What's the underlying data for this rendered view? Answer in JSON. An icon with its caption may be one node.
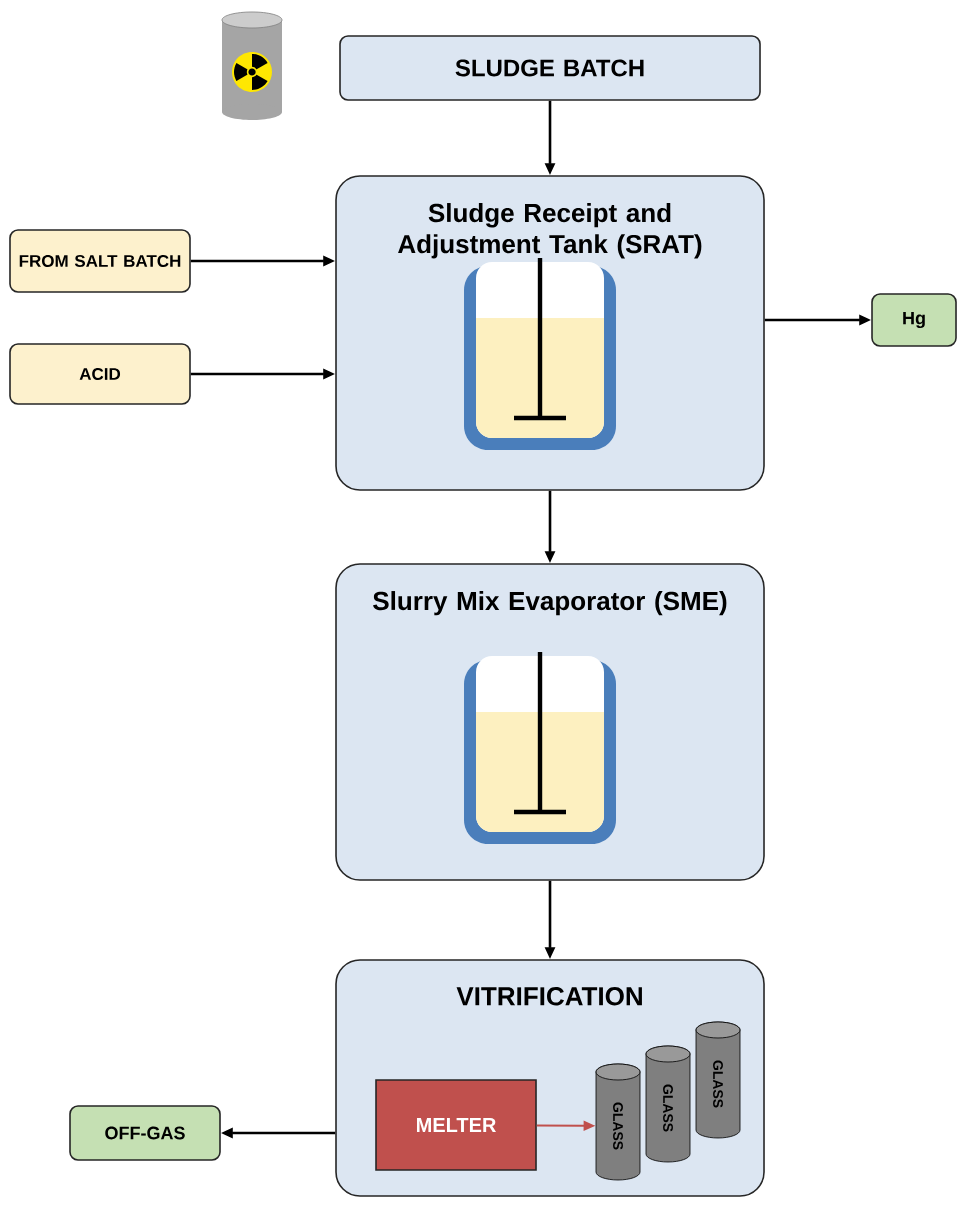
{
  "diagram": {
    "nodes": [
      {
        "text": [
          "SLUDGE BATCH"
        ]
      },
      {
        "text": [
          "Sludge Receipt and Adjustment Tank (SRAT)"
        ]
      },
      {
        "text": [
          "FROM SALT BATCH"
        ]
      },
      {
        "text": [
          "ACID"
        ]
      },
      {
        "text": [
          "Hg"
        ]
      },
      {
        "text": [
          "Slurry Mix Evaporator (SME)"
        ]
      },
      {
        "text": [
          "VITRIFICATION"
        ]
      },
      {
        "text": [
          "MELTER"
        ],
        "in": 6
      },
      {
        "text": [
          "GLASS"
        ],
        "in": 6
      },
      {
        "text": [
          "GLASS"
        ],
        "in": 6
      },
      {
        "text": [
          "GLASS"
        ],
        "in": 6
      },
      {
        "text": [
          "OFF-GAS"
        ]
      }
    ],
    "edges": [
      {
        "from": 0,
        "to": 1,
        "arrow": "to"
      },
      {
        "from": 2,
        "to": 1,
        "arrow": "to"
      },
      {
        "from": 3,
        "to": 1,
        "arrow": "to"
      },
      {
        "from": 1,
        "to": 4,
        "arrow": "to"
      },
      {
        "from": 1,
        "to": 5,
        "arrow": "to"
      },
      {
        "from": 5,
        "to": 6,
        "arrow": "to"
      },
      {
        "from": 7,
        "to": 8,
        "arrow": "to",
        "color": "#c0504d"
      },
      {
        "from": 6,
        "to": 11,
        "arrow": "to"
      }
    ]
  }
}
